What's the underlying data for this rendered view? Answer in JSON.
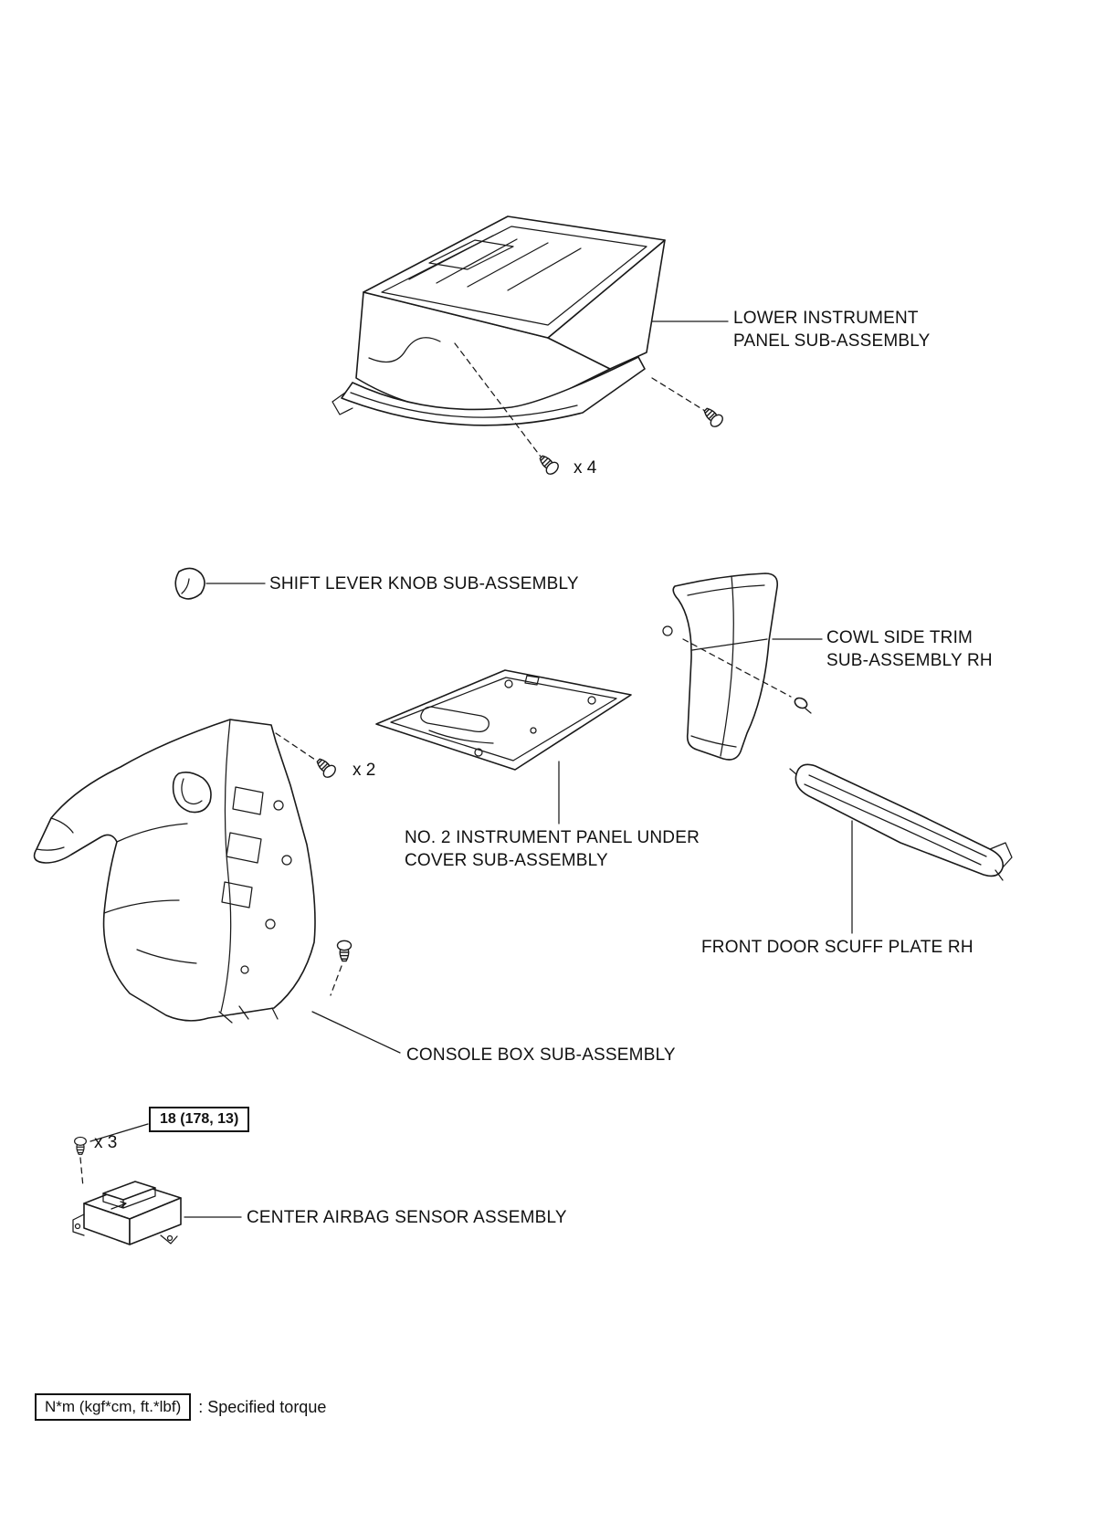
{
  "diagram": {
    "labels": {
      "lower_instrument_panel": "LOWER INSTRUMENT\nPANEL SUB-ASSEMBLY",
      "shift_lever_knob": "SHIFT LEVER KNOB SUB-ASSEMBLY",
      "cowl_side_trim": "COWL SIDE TRIM\nSUB-ASSEMBLY RH",
      "under_cover": "NO. 2 INSTRUMENT PANEL UNDER\nCOVER SUB-ASSEMBLY",
      "front_door_scuff_plate": "FRONT DOOR SCUFF PLATE RH",
      "console_box": "CONSOLE BOX SUB-ASSEMBLY",
      "center_airbag_sensor": "CENTER AIRBAG SENSOR ASSEMBLY"
    },
    "fasteners": {
      "lower_panel_screws": "x 4",
      "under_cover_screws": "x 2",
      "airbag_sensor_bolts": "x 3"
    },
    "torque_spec": "18 (178, 13)",
    "legend": {
      "symbol": "N*m (kgf*cm, ft.*lbf)",
      "note": ": Specified torque"
    },
    "colors": {
      "line": "#1a1a1a",
      "background": "#ffffff"
    }
  }
}
